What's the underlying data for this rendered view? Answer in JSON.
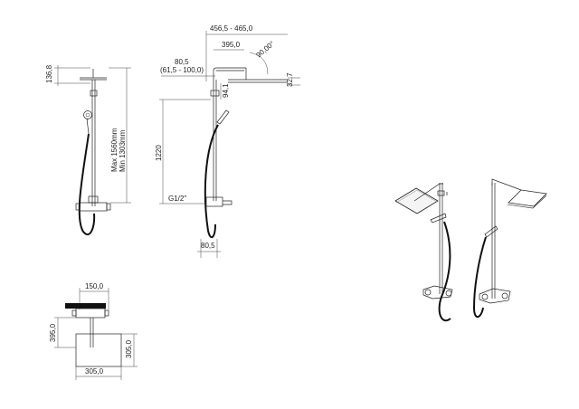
{
  "drawing": {
    "front_view": {
      "top_offset": "136,8",
      "max_height": "Max 1560mm",
      "min_height": "Min 1303mm"
    },
    "side_view": {
      "arm_range": "456,5 - 465,0",
      "arm_length": "395,0",
      "angle": "90,00°",
      "wall_offset": "80,5",
      "wall_offset_range": "(61,5 - 100,0)",
      "head_thickness": "32,7",
      "riser_offset": "94,1",
      "outlet_height": "1220",
      "thread": "G1/2\"",
      "bottom_offset": "80,5"
    },
    "top_view": {
      "mixer_depth": "150,0",
      "head_projection": "395,0",
      "head_depth": "305,0",
      "head_width": "305,0"
    }
  }
}
